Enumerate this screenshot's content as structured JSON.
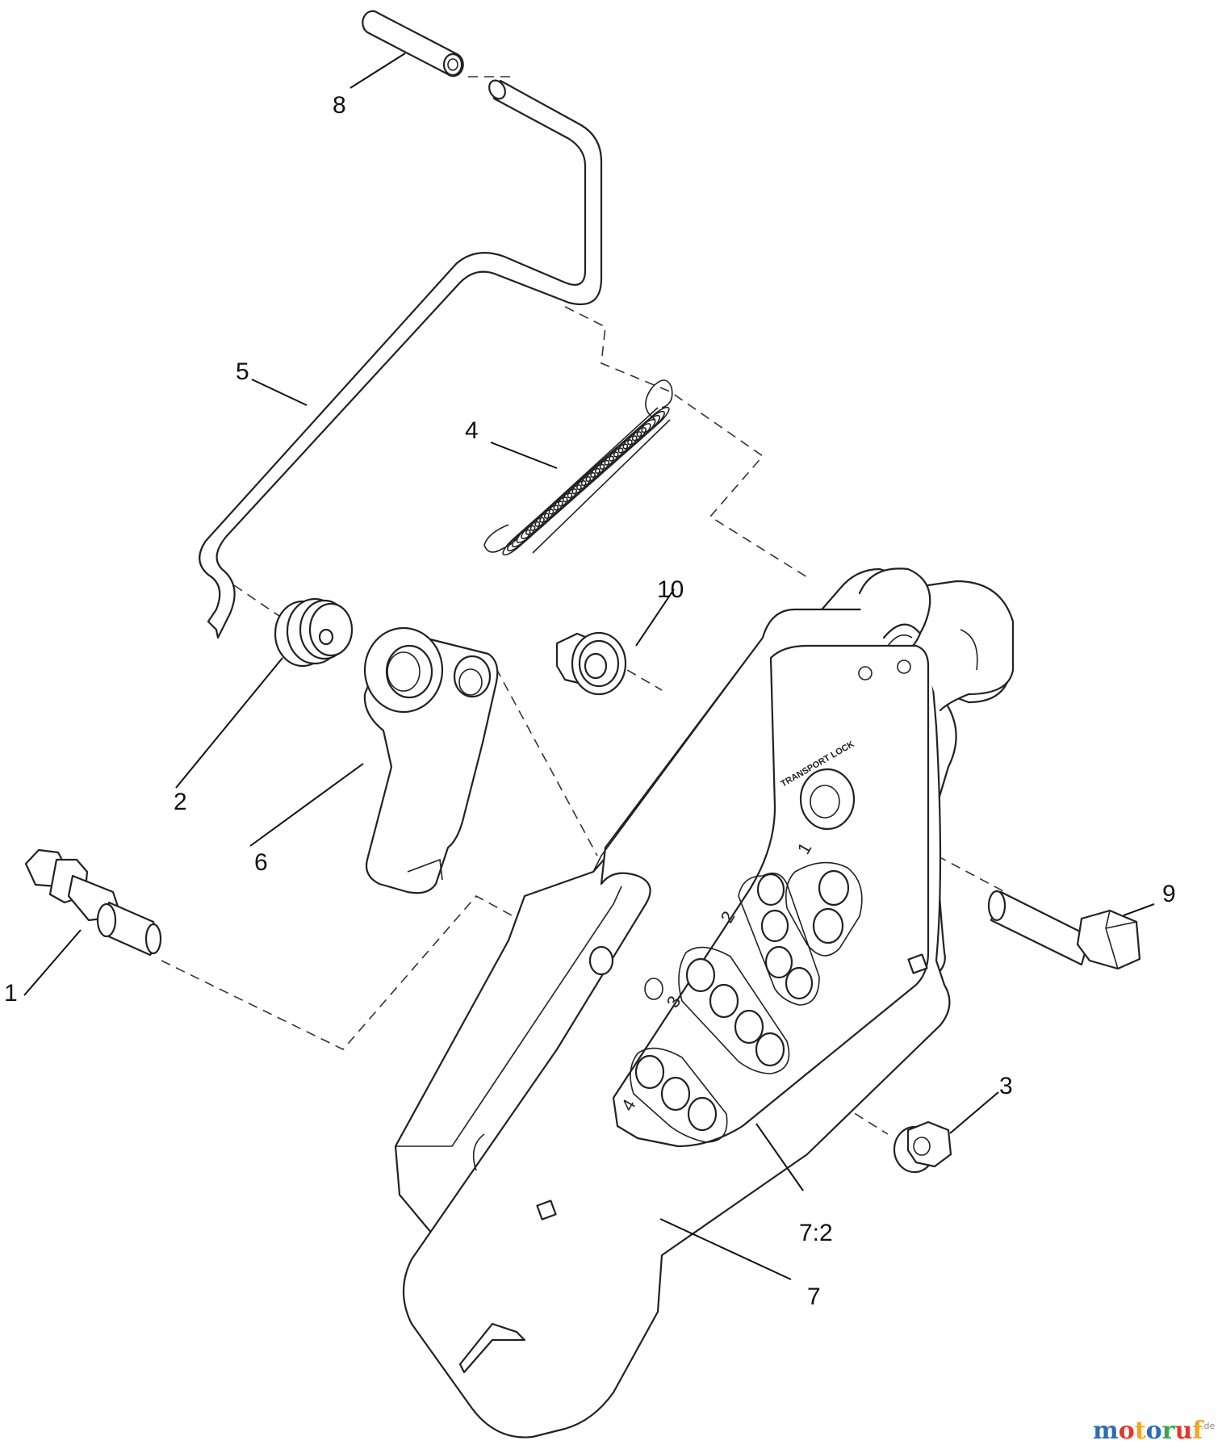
{
  "callouts": {
    "c1": "1",
    "c2": "2",
    "c3": "3",
    "c4": "4",
    "c5": "5",
    "c6": "6",
    "c7": "7",
    "c7_2": "7:2",
    "c8": "8",
    "c9": "9",
    "c10": "10"
  },
  "plate": {
    "transport_lock": "TRANSPORT LOCK",
    "groups": [
      "1",
      "2",
      "3",
      "4"
    ]
  },
  "watermark": {
    "text": "motoruf",
    "suffix": ".de",
    "colors": [
      "#2a6db5",
      "#e0382b",
      "#f2a51f",
      "#2a6db5",
      "#3aa54a",
      "#e0382b",
      "#f2a51f"
    ]
  }
}
